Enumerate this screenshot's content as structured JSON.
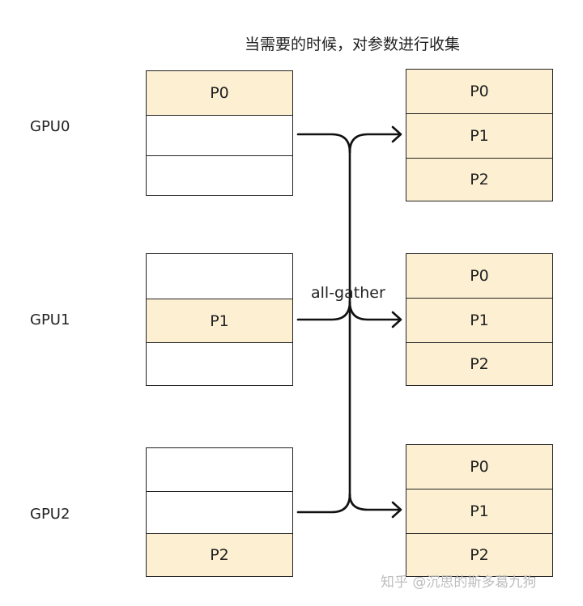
{
  "title": "当需要的时候，对参数进行收集",
  "operation_label": "all-gather",
  "watermark": "知乎 @沉思的斯多葛九狗",
  "colors": {
    "filled": "#fdf0d2",
    "empty": "#ffffff",
    "border": "#222222"
  },
  "gpus": [
    {
      "label": "GPU0",
      "before": [
        "P0",
        "",
        ""
      ],
      "after": [
        "P0",
        "P1",
        "P2"
      ]
    },
    {
      "label": "GPU1",
      "before": [
        "",
        "P1",
        ""
      ],
      "after": [
        "P0",
        "P1",
        "P2"
      ]
    },
    {
      "label": "GPU2",
      "before": [
        "",
        "",
        "P2"
      ],
      "after": [
        "P0",
        "P1",
        "P2"
      ]
    }
  ]
}
